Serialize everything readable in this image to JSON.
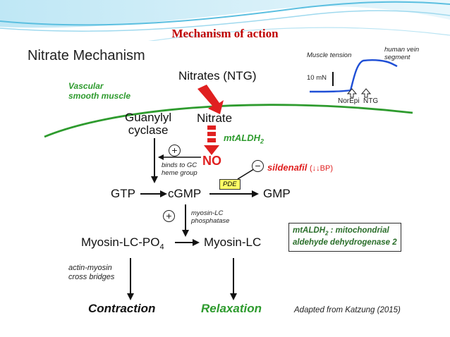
{
  "slide": {
    "title": "Mechanism of action"
  },
  "figure": {
    "heading": "Nitrate Mechanism",
    "vascular_label": [
      "Vascular",
      "smooth muscle"
    ],
    "nitrates": "Nitrates (NTG)",
    "nitrate": "Nitrate",
    "guanylyl": [
      "Guanylyl",
      "cyclase"
    ],
    "mtaldh2": "mtALDH",
    "sub2": "2",
    "no": "NO",
    "binds": [
      "binds to GC",
      "heme group"
    ],
    "plus": "+",
    "minus": "−",
    "sildenafil": "sildenafil",
    "sildenafil_effect": "(↓↓BP)",
    "gtp": "GTP",
    "cgmp": "cGMP",
    "gmp": "GMP",
    "pde": "PDE",
    "myosin_phosphatase": [
      "myosin-LC",
      "phosphatase"
    ],
    "myosin_lc_po4": "Myosin-LC-PO",
    "sub4": "4",
    "myosin_lc": "Myosin-LC",
    "actin_myosin": [
      "actin-myosin",
      "cross bridges"
    ],
    "contraction": "Contraction",
    "relaxation": "Relaxation",
    "legend": {
      "term": "mtALDH",
      "sub": "2",
      "line1_rest": " : mitochondrial",
      "line2": "aldehyde dehydrogenase 2"
    },
    "source": "Adapted from Katzung (2015)",
    "inset": {
      "muscle_tension": "Muscle tension",
      "human_vein": [
        "human vein",
        "segment"
      ],
      "scale": "10 mN",
      "norepi": "NorEpi",
      "ntg": "NTG"
    }
  },
  "colors": {
    "title": "#c00000",
    "arrow_red": "#e02020",
    "membrane_green": "#2e9b2e",
    "relaxation_green": "#2e9b2e",
    "trace_blue": "#1f4fd6",
    "pde_yellow": "#ffff66"
  }
}
